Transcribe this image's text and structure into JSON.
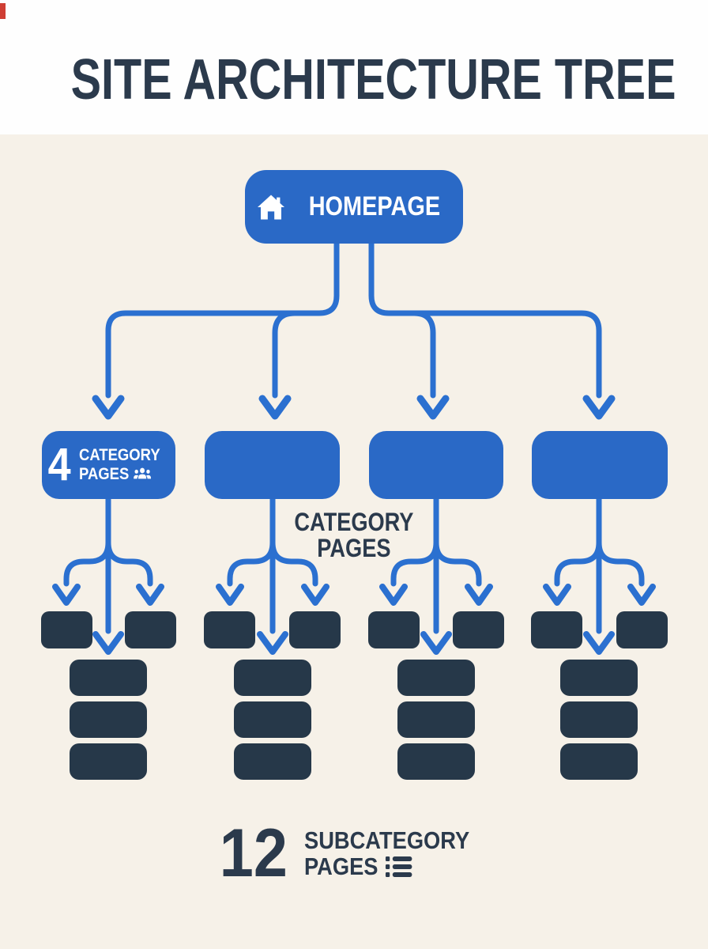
{
  "title": "SITE ARCHITECTURE TREE",
  "colors": {
    "header_background": "#fefefe",
    "page_background": "#f6f1e8",
    "node_blue": "#2a69c6",
    "connector_blue": "#2b70d0",
    "node_dark": "#263849",
    "text_dark": "#2b3a4c",
    "text_white": "#ffffff",
    "accent_red": "#cf3e34"
  },
  "homepage": {
    "label": "HOMEPAGE",
    "icon": "home-icon"
  },
  "category": {
    "count": "4",
    "label_line1": "CATEGORY",
    "label_line2": "PAGES",
    "icon": "users-icon",
    "box_count": 4
  },
  "category_caption": {
    "line1": "CATEGORY",
    "line2": "PAGES"
  },
  "subcategory": {
    "count": "12",
    "label_line1": "SUBCATEGORY",
    "label_line2": "PAGES",
    "icon": "list-icon",
    "stack_count": 4,
    "pages_per_stack": 3,
    "small_boxes_per_group": 2
  }
}
